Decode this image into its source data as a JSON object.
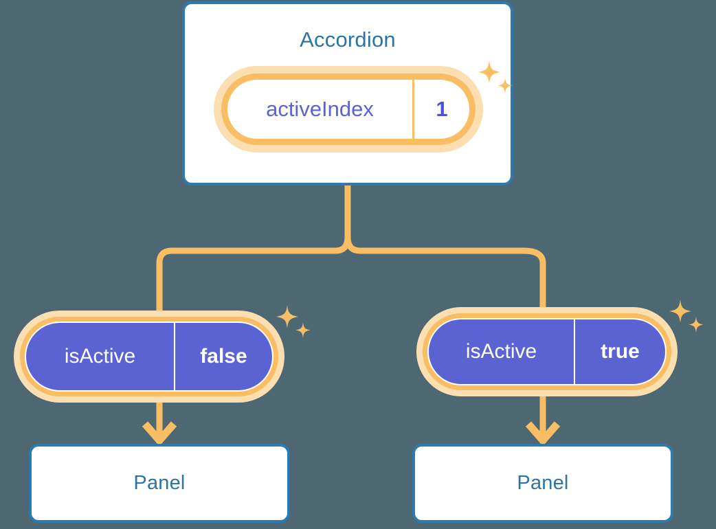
{
  "theme": {
    "background": "#4d6873",
    "card_border": "#2e7aad",
    "card_fill": "#ffffff",
    "title_text": "#2c74a3",
    "accent_orange": "#f9bd64",
    "accent_orange_soft": "#fbdfb1",
    "prop_purple": "#5b63d3",
    "prop_text_light": "#ffffff",
    "prop_text_purple": "#5b63d3"
  },
  "root": {
    "title": "Accordion",
    "prop": {
      "key": "activeIndex",
      "value": "1"
    }
  },
  "branches": [
    {
      "prop": {
        "key": "isActive",
        "value": "false"
      },
      "child": {
        "title": "Panel"
      }
    },
    {
      "prop": {
        "key": "isActive",
        "value": "true"
      },
      "child": {
        "title": "Panel"
      }
    }
  ],
  "icons": {
    "sparkle_large": "sparkle-four-point-large",
    "sparkle_small": "sparkle-four-point-small"
  }
}
